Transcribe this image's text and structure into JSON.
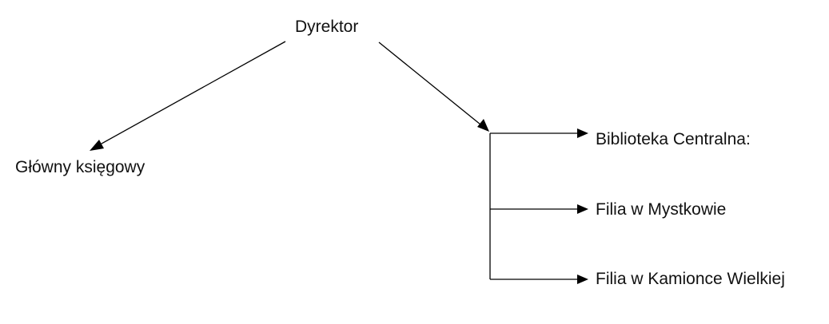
{
  "diagram": {
    "type": "org-chart",
    "colors": {
      "line": "#000000",
      "text": "#111111",
      "background": "#ffffff"
    },
    "nodes": {
      "director": "Dyrektor",
      "chief_accountant": "Główny księgowy",
      "central_library": "Biblioteka Centralna:",
      "branch_mystkow": "Filia w Mystkowie",
      "branch_kamionka": "Filia w Kamionce Wielkiej"
    },
    "edges": [
      {
        "from": "director",
        "to": "chief_accountant"
      },
      {
        "from": "director",
        "to": "branch-junction"
      },
      {
        "from": "branch-junction",
        "to": "central_library"
      },
      {
        "from": "branch-junction",
        "to": "branch_mystkow"
      },
      {
        "from": "branch-junction",
        "to": "branch_kamionka"
      }
    ]
  }
}
